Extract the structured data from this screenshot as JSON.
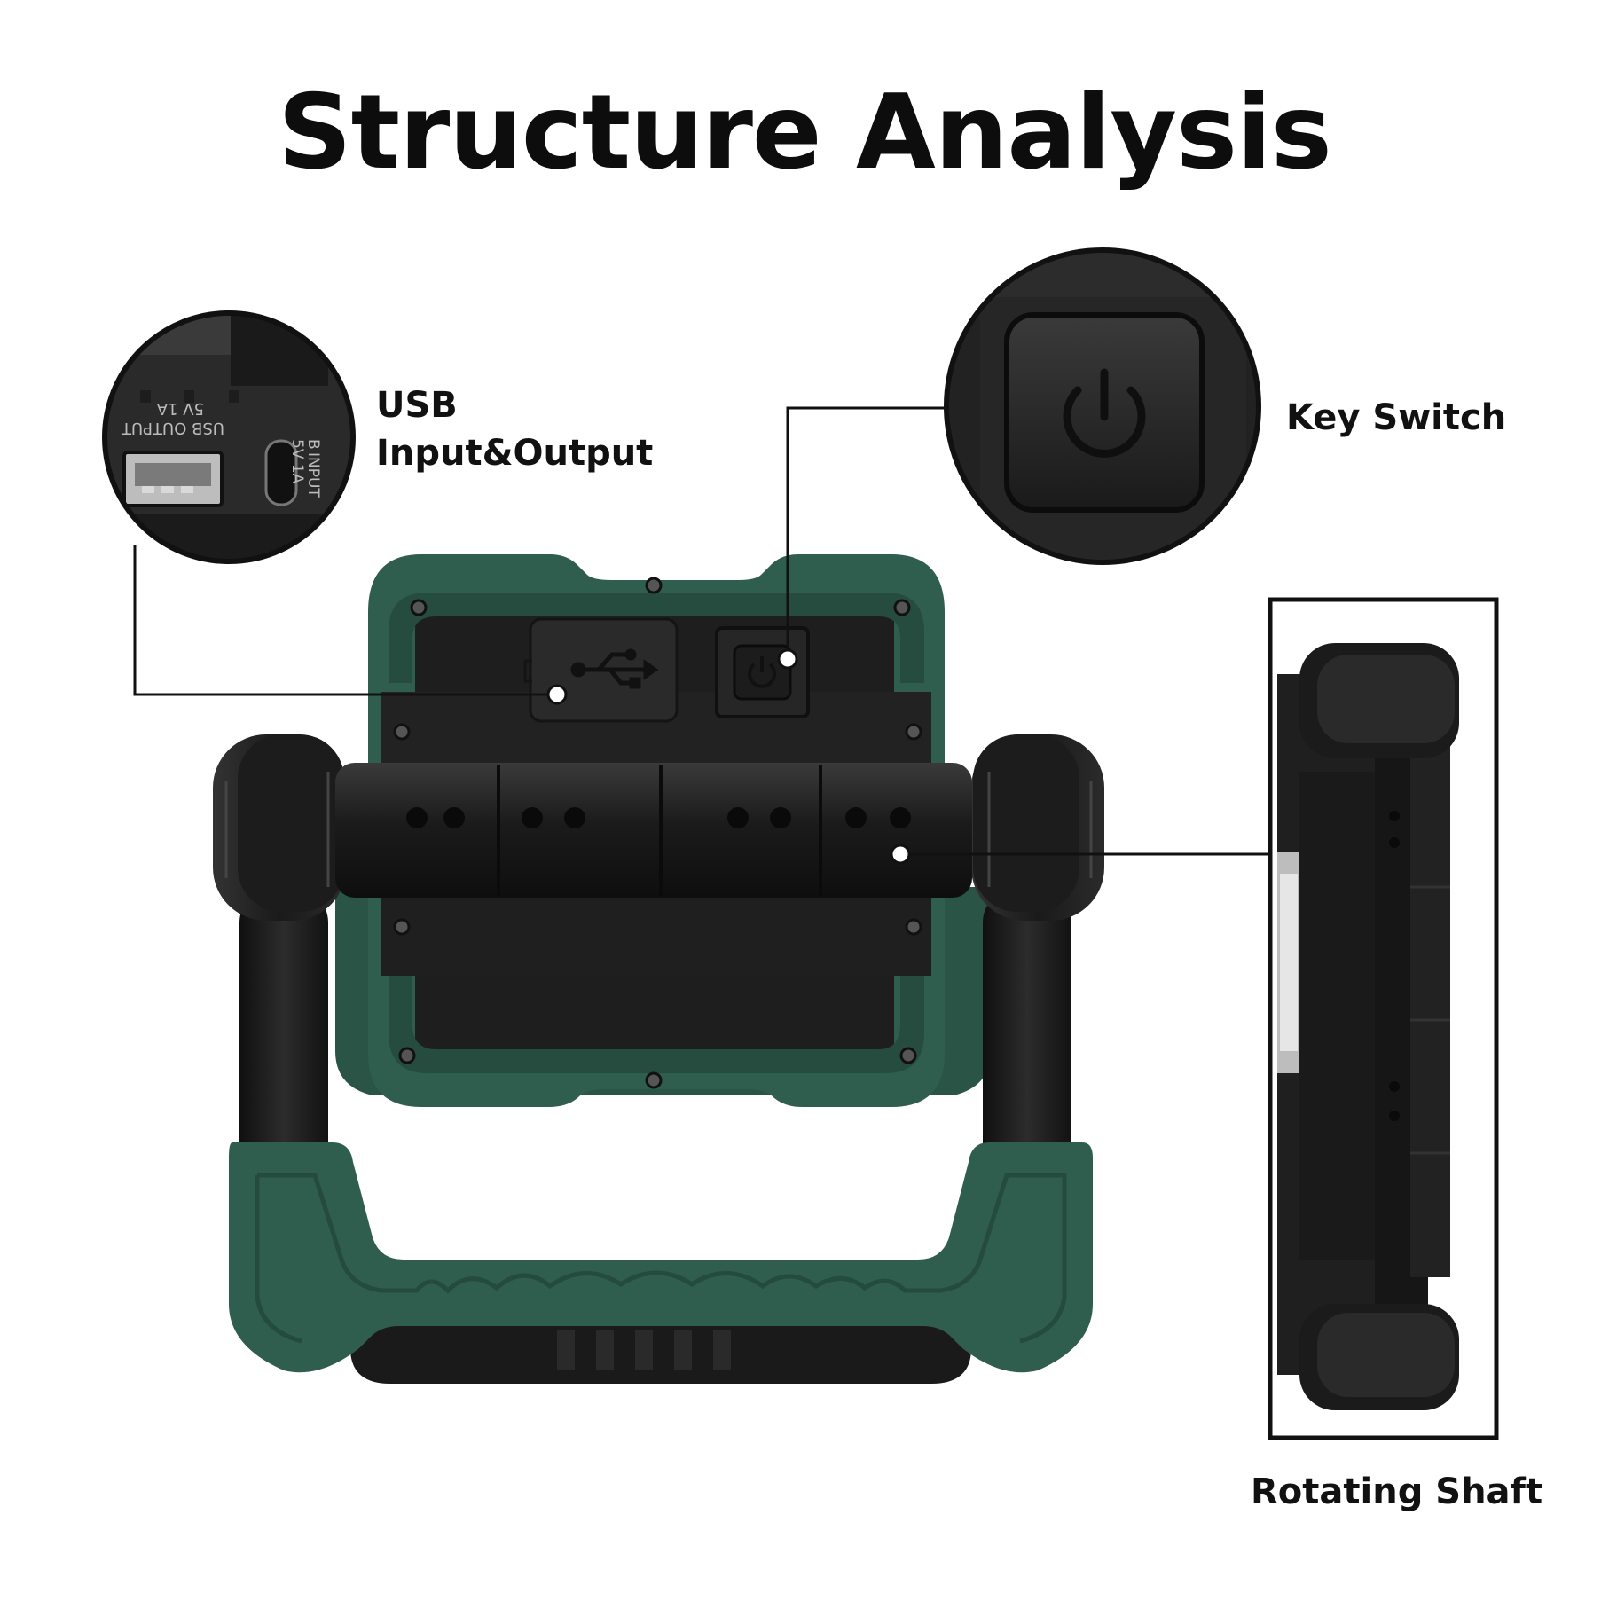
{
  "title": "Structure Analysis",
  "callouts": {
    "usb": {
      "line1": "USB",
      "line2": "Input&Output"
    },
    "key_switch": {
      "label": "Key Switch"
    },
    "rotating_shaft": {
      "label": "Rotating Shaft"
    }
  },
  "port_markings": {
    "usb_output": "USB OUTPUT",
    "usb_output_rating": "5V 1A",
    "input": "INPUT",
    "input_rating": "5V 1A",
    "input_prefix": "B"
  },
  "colors": {
    "housing_green": "#2f5d4e",
    "housing_green_dark": "#244a3e",
    "body_black": "#1c1c1c",
    "background": "#ffffff"
  },
  "icons": [
    "usb-icon",
    "power-icon"
  ]
}
